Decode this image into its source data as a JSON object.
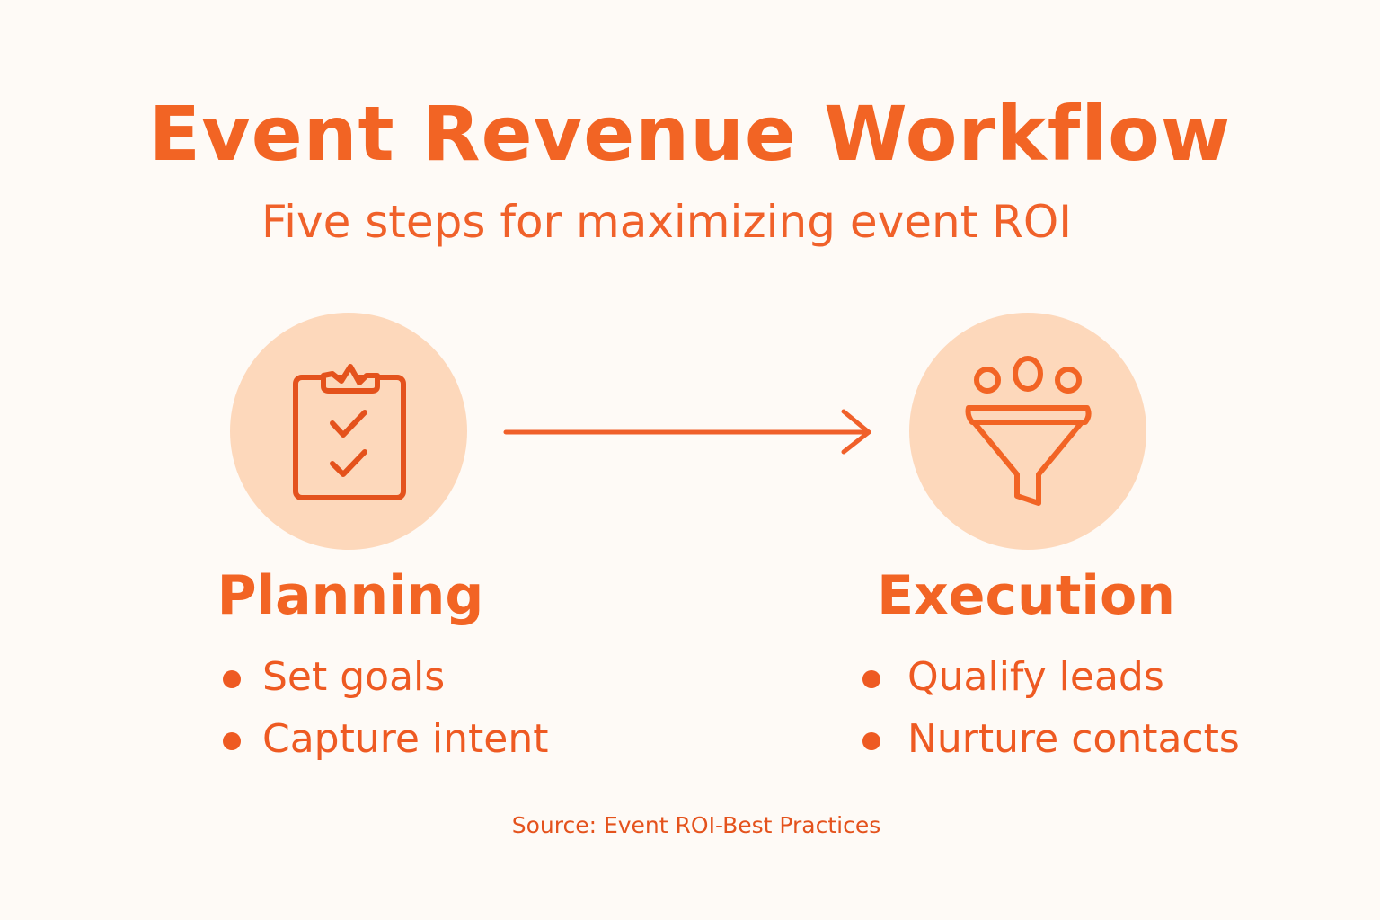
{
  "title": "Event Revenue Workflow",
  "subtitle": "Five steps for maximizing event ROI",
  "steps": [
    {
      "name": "Planning",
      "icon": "clipboard-check-icon",
      "bullets": [
        "Set goals",
        "Capture intent"
      ]
    },
    {
      "name": "Execution",
      "icon": "funnel-icon",
      "bullets": [
        "Qualify leads",
        "Nurture contacts"
      ]
    }
  ],
  "source": "Source: Event ROI-Best Practices",
  "colors": {
    "accent": "#f26424",
    "circle": "#fdd8bb",
    "background": "#fefaf6"
  }
}
